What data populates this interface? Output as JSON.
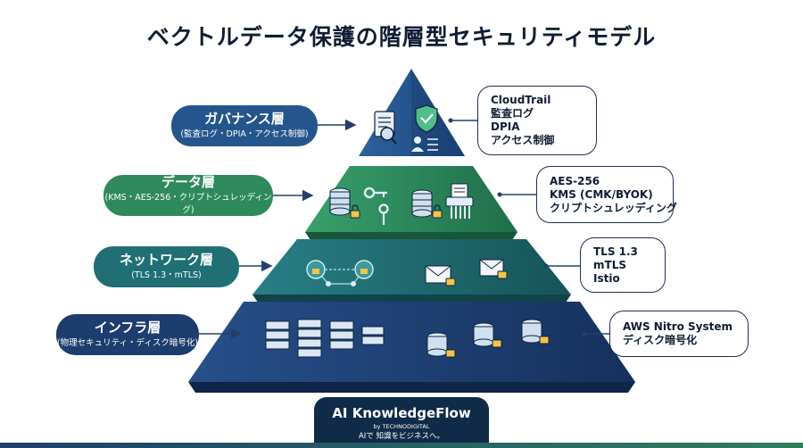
{
  "title": "ベクトルデータ保護の階層型セキュリティモデル",
  "layers": [
    {
      "id": "governance",
      "name": "ガバナンス層",
      "detail": "(監査ログ・DPIA・アクセス制御)",
      "callout": [
        "CloudTrail",
        "監査ログ",
        "DPIA",
        "アクセス制御"
      ],
      "color": "#24558c"
    },
    {
      "id": "data",
      "name": "データ層",
      "detail": "(KMS・AES-256・クリプトシュレッディング)",
      "callout": [
        "AES-256",
        "KMS (CMK/BYOK)",
        "クリプトシュレッディング"
      ],
      "color": "#2e8a5c"
    },
    {
      "id": "network",
      "name": "ネットワーク層",
      "detail": "(TLS 1.3・mTLS)",
      "callout": [
        "TLS 1.3",
        "mTLS",
        "Istio"
      ],
      "color": "#1f6f74"
    },
    {
      "id": "infra",
      "name": "インフラ層",
      "detail": "(物理セキュリティ・ディスク暗号化)",
      "callout": [
        "AWS Nitro System",
        "ディスク暗号化"
      ],
      "color": "#1d3d6e"
    }
  ],
  "footer": {
    "brand": "AI KnowledgeFlow",
    "by": "by TECHNODIGITAL",
    "tagline": "AIで 知識をビジネスへ。"
  },
  "icons": {
    "governance": [
      "document-search-icon",
      "shield-check-icon",
      "user-checklist-icon"
    ],
    "data": [
      "database-lock-icon",
      "key-icon",
      "database-lock-icon",
      "shredder-icon"
    ],
    "network": [
      "network-lock-icon",
      "envelope-lock-icon"
    ],
    "infra": [
      "server-rack-icon",
      "database-lock-icon"
    ]
  }
}
